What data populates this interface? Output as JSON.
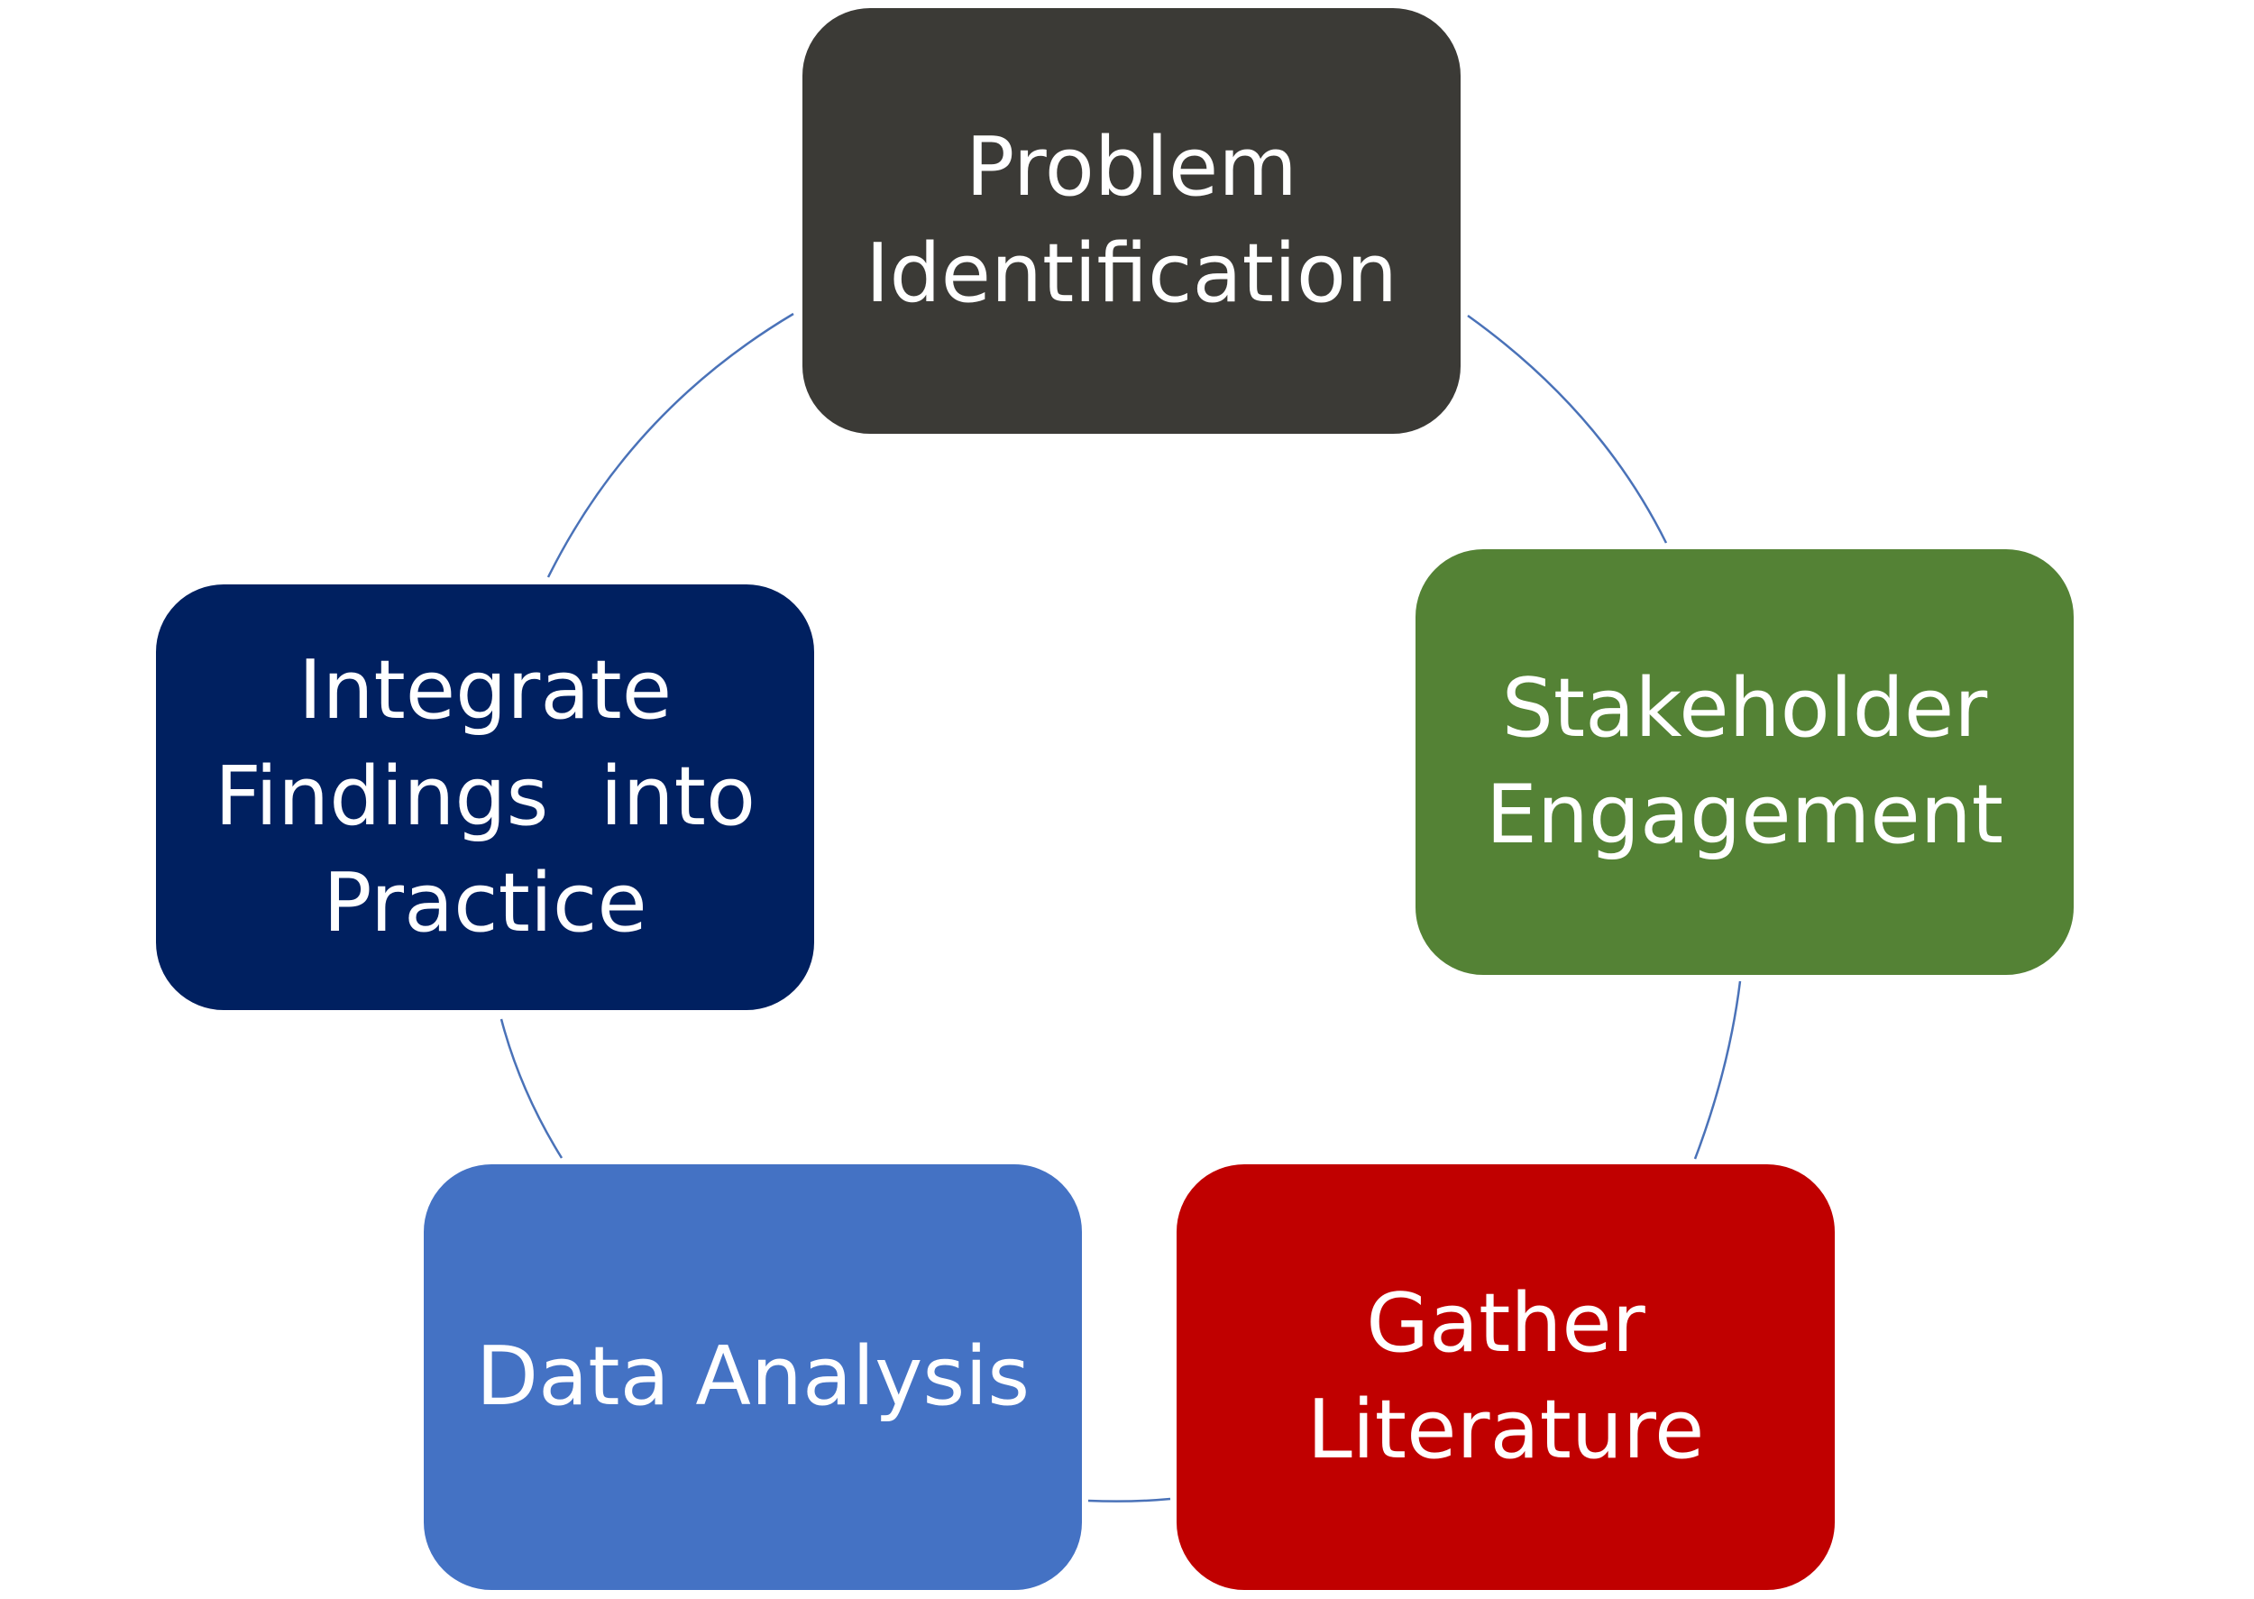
{
  "diagram": {
    "connector_color": "#4a72b8",
    "nodes": [
      {
        "id": "problem",
        "lines": [
          "Problem",
          "Identification"
        ],
        "color": "#3b3a36"
      },
      {
        "id": "stakeholder",
        "lines": [
          "Stakeholder",
          "Engagement"
        ],
        "color": "#548235"
      },
      {
        "id": "literature",
        "lines": [
          "Gather",
          "Literature"
        ],
        "color": "#c00000"
      },
      {
        "id": "analysis",
        "lines": [
          "Data Analysis"
        ],
        "color": "#4472c4"
      },
      {
        "id": "integrate",
        "lines": [
          "Integrate",
          "Findings  into",
          "Practice"
        ],
        "color": "#002060"
      }
    ]
  }
}
